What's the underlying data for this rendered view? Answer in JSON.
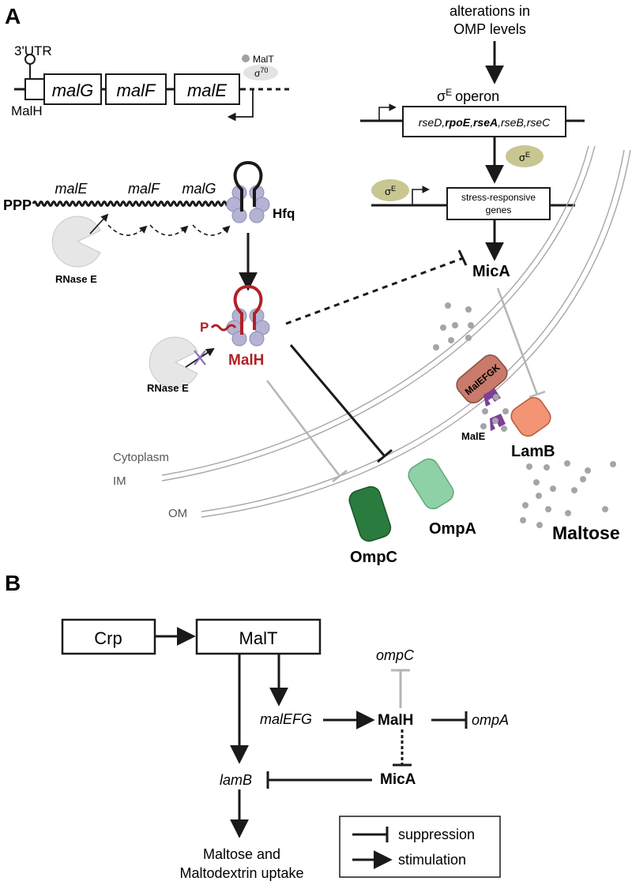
{
  "panel_a": {
    "letter": "A",
    "utr3": "3'UTR",
    "malh_region": "MalH",
    "gene_g": "malG",
    "gene_f": "malF",
    "gene_e": "malE",
    "malt_label": "MalT",
    "sigma70_base": "σ",
    "sigma70_sup": "70",
    "alterations_line1": "alterations in",
    "alterations_line2": "OMP levels",
    "sigmae_operon_sigma": "σ",
    "sigmae_operon_sup": "E",
    "sigmae_operon_word": "operon",
    "operon_genes": {
      "rseD": "rseD,",
      "rpoE": "rpoE",
      "comma1": ",",
      "rseA": "rseA",
      "rest": ",rseB,rseC"
    },
    "sigma_e_blob_base": "σ",
    "sigma_e_blob_sup": "E",
    "stress_line1": "stress-responsive",
    "stress_line2": "genes",
    "ppp": "PPP",
    "mrna_male": "malE",
    "mrna_malf": "malF",
    "mrna_malg": "malG",
    "hfq": "Hfq",
    "rnase_e_1": "RNase E",
    "rnase_e_2": "RNase E",
    "p_label": "P",
    "malh_srna": "MalH",
    "mica": "MicA",
    "malefgk": "MalEFGK",
    "male": "MalE",
    "lamb": "LamB",
    "cytoplasm": "Cytoplasm",
    "im": "IM",
    "om": "OM",
    "ompc": "OmpC",
    "ompa": "OmpA",
    "maltose": "Maltose"
  },
  "panel_b": {
    "letter": "B",
    "crp": "Crp",
    "malt": "MalT",
    "ompc": "ompC",
    "malefg": "malEFG",
    "malh": "MalH",
    "ompa": "ompA",
    "lamb": "lamB",
    "mica": "MicA",
    "uptake_line1": "Maltose and",
    "uptake_line2": "Maltodextrin uptake",
    "legend_suppression": "suppression",
    "legend_stimulation": "stimulation"
  },
  "colors": {
    "malh_red": "#b22027",
    "hfq_purple": "#b4b3d3",
    "malefgk": "#c97a6b",
    "lamb": "#f39474",
    "male_purple": "#7d3f98",
    "ompc": "#2a7b3e",
    "ompa": "#8fd1a7",
    "sigma_blob": "#c8c791",
    "gray_inhibit": "#b5b5b5",
    "membrane": "#a6a6a6",
    "dots": "#a5a5a5"
  }
}
